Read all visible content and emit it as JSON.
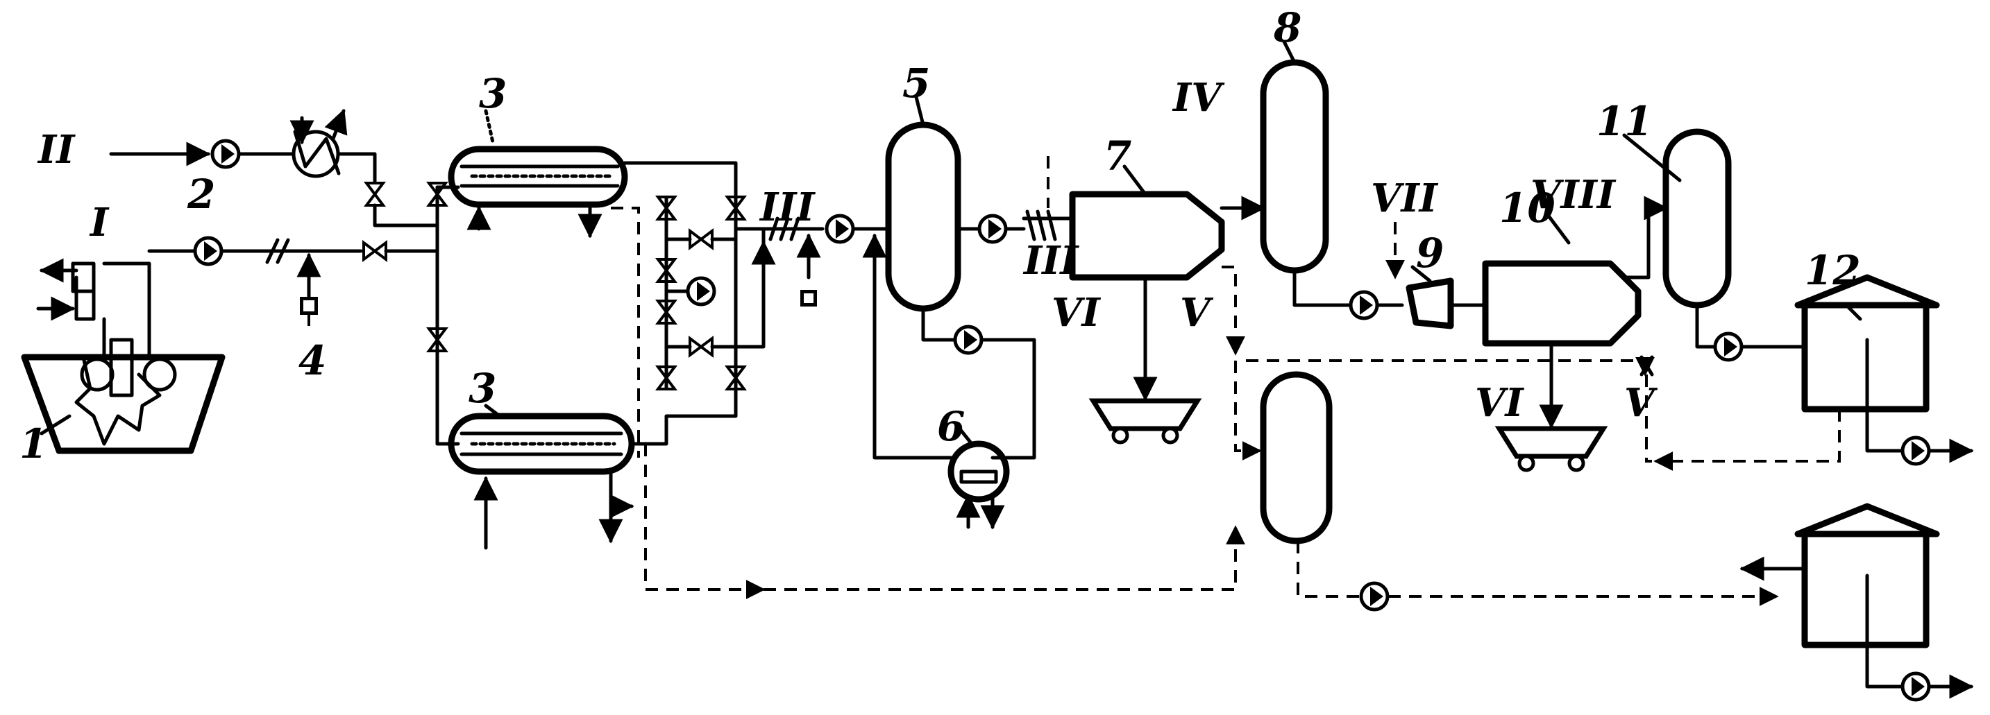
{
  "labels": {
    "n1": "1",
    "n2": "2",
    "n3a": "3",
    "n3b": "3",
    "n4": "4",
    "n5": "5",
    "n6": "6",
    "n7": "7",
    "n8": "8",
    "n9": "9",
    "n10": "10",
    "n11": "11",
    "n12": "12"
  },
  "streams": {
    "s1": "I",
    "s2": "II",
    "s3a": "III",
    "s3b": "III",
    "s4": "IV",
    "s5a": "V",
    "s5b": "V",
    "s6a": "VI",
    "s6b": "VI",
    "s7": "VII",
    "s8": "VIII"
  }
}
